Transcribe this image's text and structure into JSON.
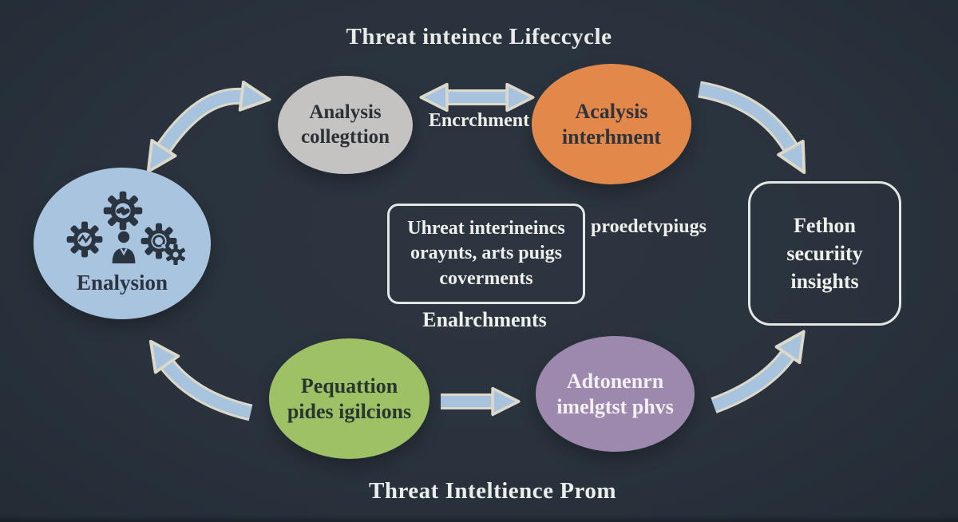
{
  "title": "Threat inteince Lifeccycle",
  "footer": "Threat Inteltience Prom",
  "annotations": {
    "enrichment_top": "Encrchment",
    "procedures": "proedetvpiugs",
    "enrichment_bottom": "Enalrchments"
  },
  "nodes": {
    "analysis_collection": {
      "line1": "Analysis",
      "line2": "collegttion",
      "color": "#c4c3c1"
    },
    "analysis_enrichment": {
      "line1": "Acalysis",
      "line2": "interhment",
      "color": "#e2884b"
    },
    "analysis_circle": {
      "label": "Enalysion",
      "color": "#a9c4df"
    },
    "requirements": {
      "line1": "Pequattion",
      "line2": "pides igilcions",
      "color": "#9dc164"
    },
    "dissemination": {
      "line1": "Adtonenrn",
      "line2": "imelgtst phvs",
      "color": "#9d88ae"
    },
    "threat_box": {
      "line1": "Uhreat interineincs",
      "line2": "oraynts, arts puigs",
      "line3": "coverments"
    },
    "insights_box": {
      "line1": "Fethon",
      "line2": "securiity",
      "line3": "insights"
    }
  },
  "icons": [
    "gear-handshake-icon",
    "gear-chart-icon",
    "person-icon",
    "gear-search-icon",
    "small-gear-icon"
  ],
  "colors": {
    "background": "#2a333d",
    "arrow_fill": "#a8c3dd",
    "arrow_outline": "#dcd8ca",
    "box_border": "#e3e7e4",
    "dark_text": "#2b3440",
    "light_text": "#eef0ec"
  }
}
